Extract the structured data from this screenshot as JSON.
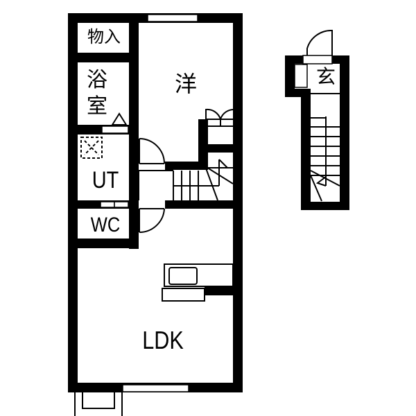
{
  "floor_plan": {
    "rooms": [
      {
        "id": "storage",
        "label": "物入"
      },
      {
        "id": "bathroom",
        "label_line1": "浴",
        "label_line2": "室"
      },
      {
        "id": "western_room",
        "label": "洋"
      },
      {
        "id": "utility",
        "label": "UT"
      },
      {
        "id": "toilet",
        "label": "WC"
      },
      {
        "id": "ldk",
        "label": "LDK"
      },
      {
        "id": "entrance",
        "label": "玄"
      }
    ],
    "colors": {
      "wall": "#000000",
      "background": "#ffffff",
      "line": "#000000"
    }
  }
}
